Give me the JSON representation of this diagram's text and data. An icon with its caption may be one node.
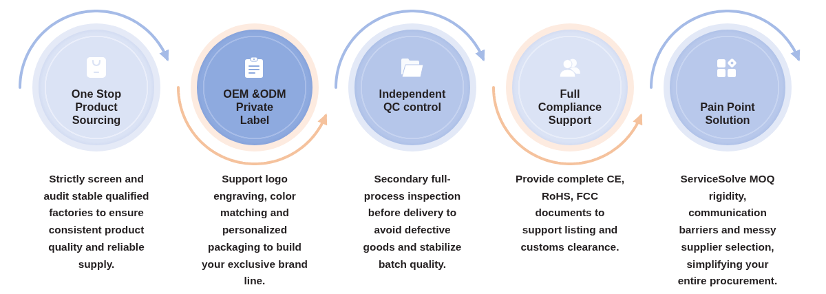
{
  "diagram": {
    "nodes": [
      {
        "text": [
          "One Stop Product Sourcing"
        ],
        "beside": [
          "Strictly screen and audit stable qualified factories to ensure consistent product quality and reliable supply."
        ]
      },
      {
        "text": [
          "OEM &ODM Private Label"
        ],
        "beside": [
          "Support logo engraving, color matching and personalized packaging to build your exclusive brand line."
        ]
      },
      {
        "text": [
          "Independent QC control"
        ],
        "beside": [
          "Secondary full-process inspection before delivery to avoid defective goods and stabilize batch quality."
        ]
      },
      {
        "text": [
          "Full Compliance Support"
        ],
        "beside": [
          "Provide complete CE, RoHS, FCC documents to support listing and customs clearance."
        ]
      },
      {
        "text": [
          "Pain Point Solution"
        ],
        "beside": [
          "ServiceSolve MOQ rigidity, communication barriers and messy supplier selection, simplifying your entire procurement."
        ]
      }
    ],
    "edges": [
      {
        "from": 0,
        "to": 0,
        "arrow": "to"
      },
      {
        "from": 1,
        "to": 1,
        "arrow": "to",
        "color": "#f5c29d"
      },
      {
        "from": 2,
        "to": 2,
        "arrow": "to"
      },
      {
        "from": 3,
        "to": 3,
        "arrow": "to",
        "color": "#f5c29d"
      },
      {
        "from": 4,
        "to": 4,
        "arrow": "to"
      }
    ]
  }
}
